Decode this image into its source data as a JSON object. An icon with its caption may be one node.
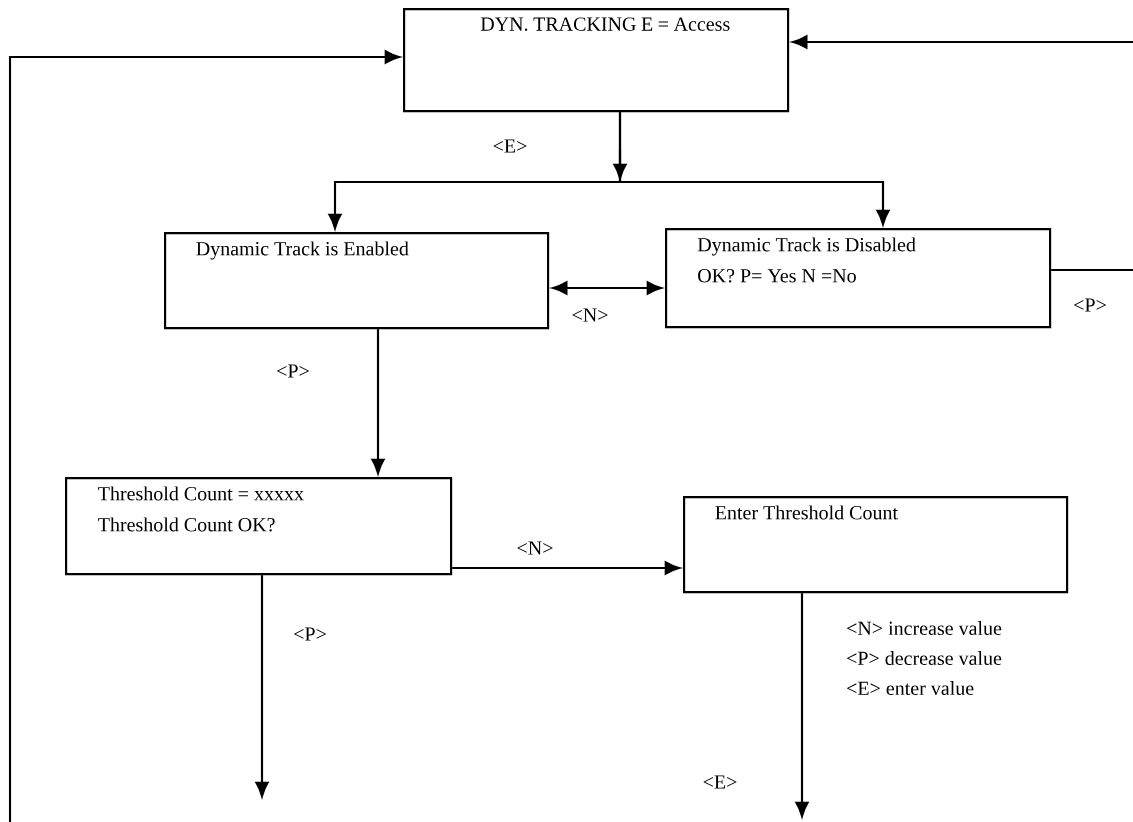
{
  "diagram": {
    "nodes": [
      {
        "text": [
          "DYN. TRACKING E = Access"
        ]
      },
      {
        "text": [
          "Dynamic Track is Enabled"
        ]
      },
      {
        "text": [
          "Dynamic Track is Disabled",
          "OK? P= Yes N =No"
        ]
      },
      {
        "text": [
          "Threshold Count = xxxxx",
          "Threshold Count OK?"
        ]
      },
      {
        "text": [
          "Enter Threshold Count"
        ]
      }
    ],
    "edges": [
      {
        "from": 0,
        "to": 1,
        "arrow": "to",
        "label": "<E>"
      },
      {
        "from": 0,
        "to": 2,
        "arrow": "to"
      },
      {
        "from": 1,
        "to": 2,
        "arrow": "both",
        "label": "<N>"
      },
      {
        "from": 2,
        "to": null,
        "arrow": "none",
        "label": "<P>"
      },
      {
        "from": null,
        "to": 0,
        "arrow": "to"
      },
      {
        "from": null,
        "to": 0,
        "arrow": "to"
      },
      {
        "from": 1,
        "to": 3,
        "arrow": "to",
        "label": "<P>"
      },
      {
        "from": 3,
        "to": 4,
        "arrow": "to",
        "label": "<N>"
      },
      {
        "from": 3,
        "to": null,
        "arrow": "to",
        "label": "<P>"
      },
      {
        "from": 4,
        "to": null,
        "arrow": "to",
        "label": "<E>"
      }
    ],
    "labels": [
      "<N> increase value",
      "<P> decrease value",
      "<E> enter value"
    ]
  }
}
